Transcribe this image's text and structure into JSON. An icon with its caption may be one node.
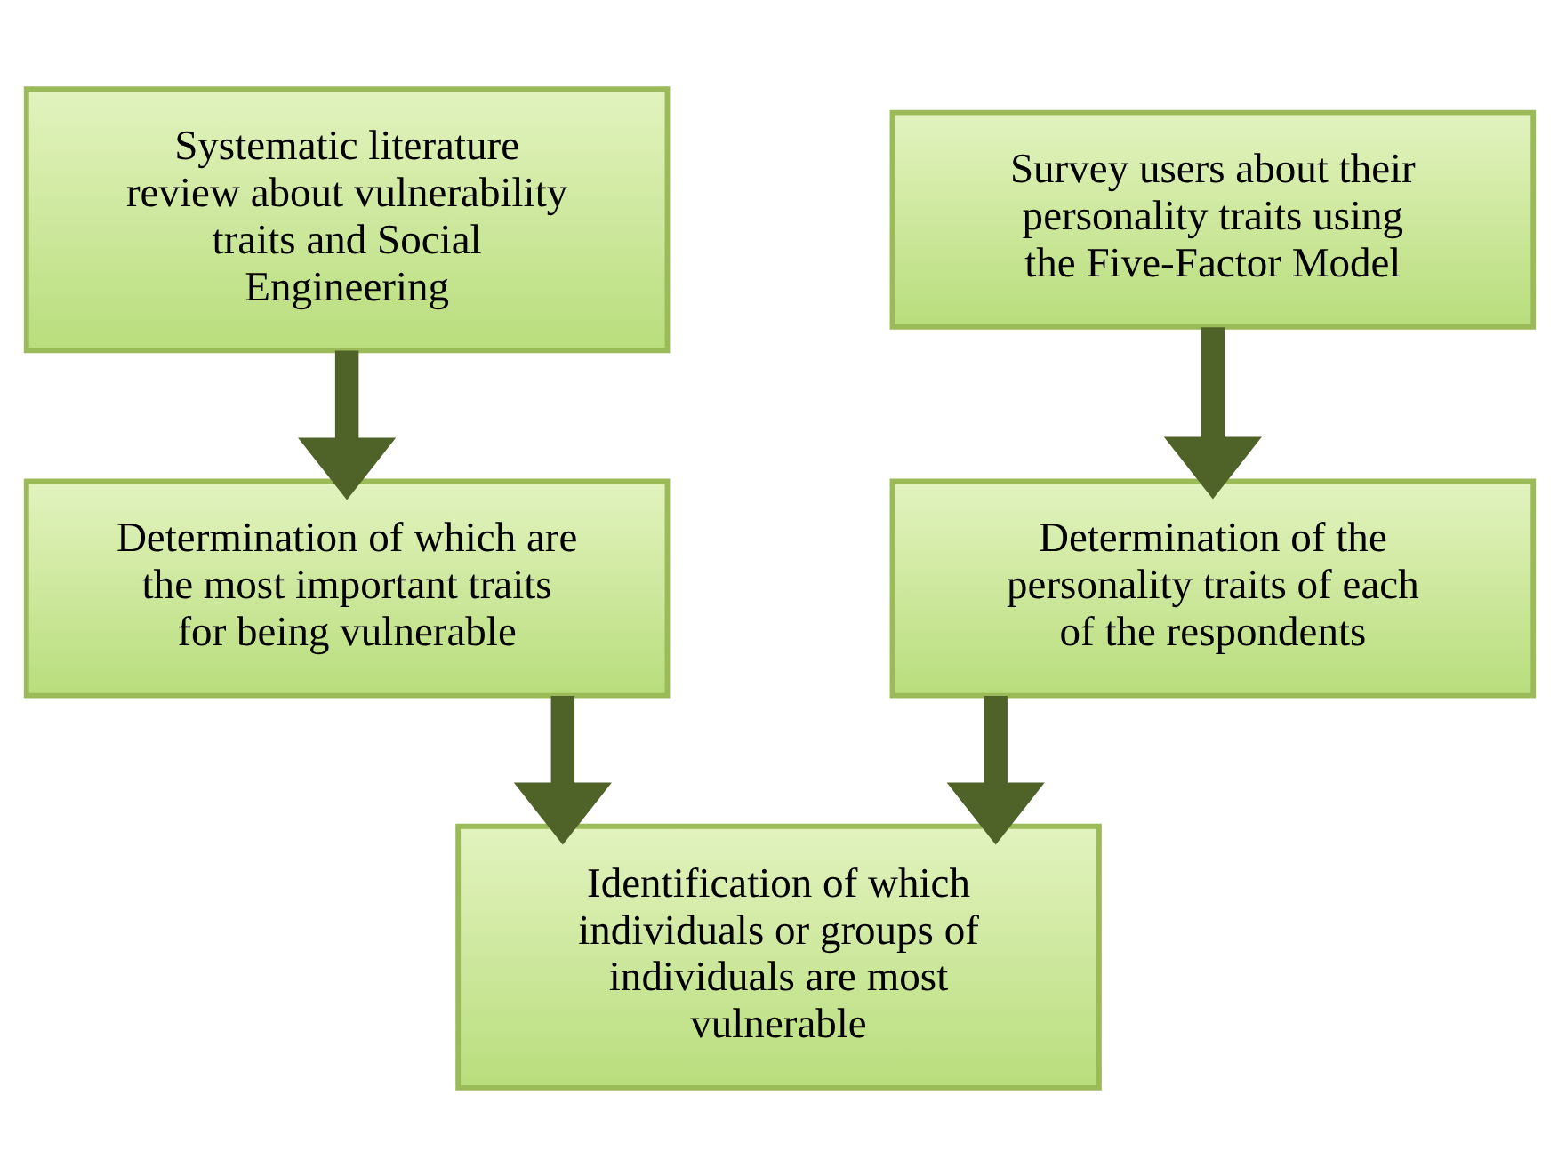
{
  "diagram": {
    "nodes": [
      {
        "text": [
          "Systematic literature review about vulnerability traits and Social Engineering"
        ]
      },
      {
        "text": [
          "Survey users about their personality traits using the Five-Factor Model"
        ]
      },
      {
        "text": [
          "Determination of which are the most important traits for being vulnerable"
        ]
      },
      {
        "text": [
          "Determination of the personality traits of each of the respondents"
        ]
      },
      {
        "text": [
          "Identification of which individuals or groups of individuals are most vulnerable"
        ]
      }
    ],
    "edges": [
      {
        "from": 0,
        "to": 2,
        "arrow": "to"
      },
      {
        "from": 1,
        "to": 3,
        "arrow": "to"
      },
      {
        "from": 2,
        "to": 4,
        "arrow": "to"
      },
      {
        "from": 3,
        "to": 4,
        "arrow": "to"
      }
    ]
  }
}
